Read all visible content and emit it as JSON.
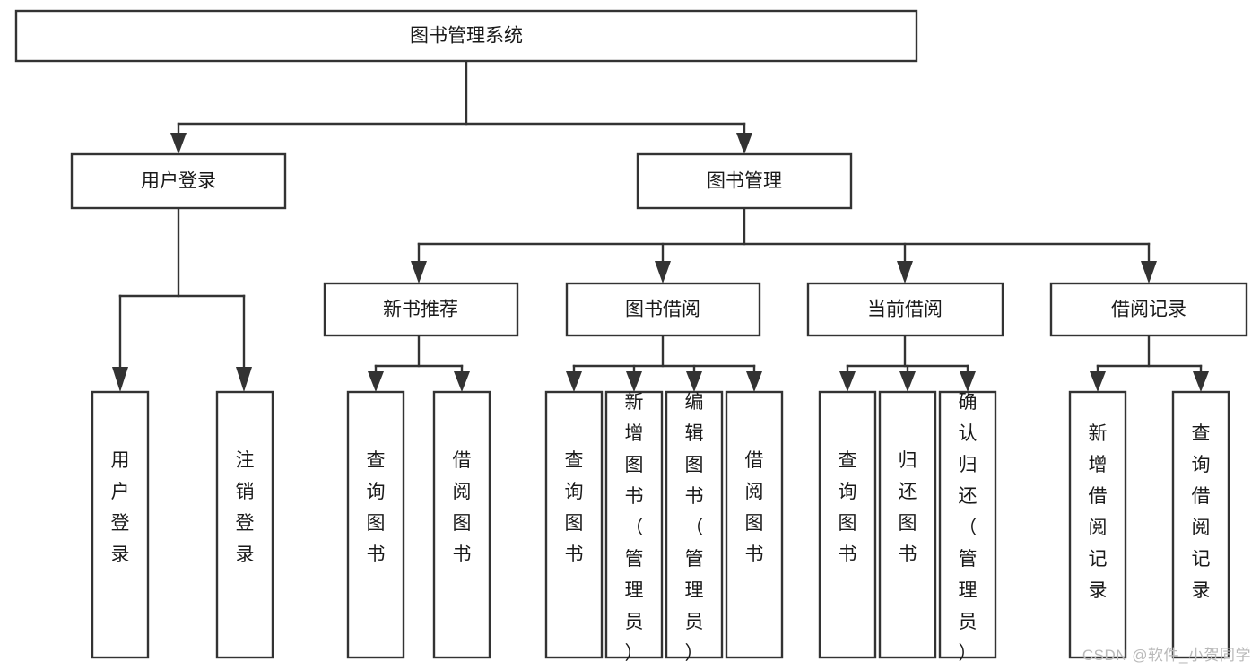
{
  "diagram": {
    "title": "图书管理系统",
    "type": "tree-hierarchy-chart",
    "watermark": "CSDN @软件_小贺同学",
    "colors": {
      "box_stroke": "#333333",
      "box_fill": "#ffffff",
      "text": "#1a1a1a",
      "watermark": "#b9b9b9",
      "background": "#ffffff"
    },
    "levels": {
      "root": "图书管理系统",
      "level2": [
        "用户登录",
        "图书管理"
      ],
      "level3": [
        "新书推荐",
        "图书借阅",
        "当前借阅",
        "借阅记录"
      ]
    },
    "nodes": {
      "root": {
        "label": "图书管理系统",
        "orientation": "horizontal"
      },
      "n_user_login": {
        "label": "用户登录",
        "orientation": "horizontal"
      },
      "n_book_manage": {
        "label": "图书管理",
        "orientation": "horizontal"
      },
      "n_new_book_rec": {
        "label": "新书推荐",
        "orientation": "horizontal"
      },
      "n_book_borrow": {
        "label": "图书借阅",
        "orientation": "horizontal"
      },
      "n_current_borrow": {
        "label": "当前借阅",
        "orientation": "horizontal"
      },
      "n_borrow_record": {
        "label": "借阅记录",
        "orientation": "horizontal"
      },
      "leaf_user_login": {
        "label": "用户登录",
        "orientation": "vertical"
      },
      "leaf_logout": {
        "label": "注销登录",
        "orientation": "vertical"
      },
      "leaf_query_book_1": {
        "label": "查询图书",
        "orientation": "vertical"
      },
      "leaf_borrow_book_1": {
        "label": "借阅图书",
        "orientation": "vertical"
      },
      "leaf_query_book_2": {
        "label": "查询图书",
        "orientation": "vertical"
      },
      "leaf_add_book": {
        "label": "新增图书（管理员）",
        "orientation": "vertical"
      },
      "leaf_edit_book": {
        "label": "编辑图书（管理员）",
        "orientation": "vertical"
      },
      "leaf_borrow_book_2": {
        "label": "借阅图书",
        "orientation": "vertical"
      },
      "leaf_query_book_3": {
        "label": "查询图书",
        "orientation": "vertical"
      },
      "leaf_return_book": {
        "label": "归还图书",
        "orientation": "vertical"
      },
      "leaf_confirm_return": {
        "label": "确认归还（管理员）",
        "orientation": "vertical"
      },
      "leaf_add_record": {
        "label": "新增借阅记录",
        "orientation": "vertical"
      },
      "leaf_query_record": {
        "label": "查询借阅记录",
        "orientation": "vertical"
      }
    },
    "edges": [
      {
        "from": "root",
        "to": "n_user_login"
      },
      {
        "from": "root",
        "to": "n_book_manage"
      },
      {
        "from": "n_user_login",
        "to": "leaf_user_login"
      },
      {
        "from": "n_user_login",
        "to": "leaf_logout"
      },
      {
        "from": "n_book_manage",
        "to": "n_new_book_rec"
      },
      {
        "from": "n_book_manage",
        "to": "n_book_borrow"
      },
      {
        "from": "n_book_manage",
        "to": "n_current_borrow"
      },
      {
        "from": "n_book_manage",
        "to": "n_borrow_record"
      },
      {
        "from": "n_new_book_rec",
        "to": "leaf_query_book_1"
      },
      {
        "from": "n_new_book_rec",
        "to": "leaf_borrow_book_1"
      },
      {
        "from": "n_book_borrow",
        "to": "leaf_query_book_2"
      },
      {
        "from": "n_book_borrow",
        "to": "leaf_add_book"
      },
      {
        "from": "n_book_borrow",
        "to": "leaf_edit_book"
      },
      {
        "from": "n_book_borrow",
        "to": "leaf_borrow_book_2"
      },
      {
        "from": "n_current_borrow",
        "to": "leaf_query_book_3"
      },
      {
        "from": "n_current_borrow",
        "to": "leaf_return_book"
      },
      {
        "from": "n_current_borrow",
        "to": "leaf_confirm_return"
      },
      {
        "from": "n_borrow_record",
        "to": "leaf_add_record"
      },
      {
        "from": "n_borrow_record",
        "to": "leaf_query_record"
      }
    ]
  }
}
